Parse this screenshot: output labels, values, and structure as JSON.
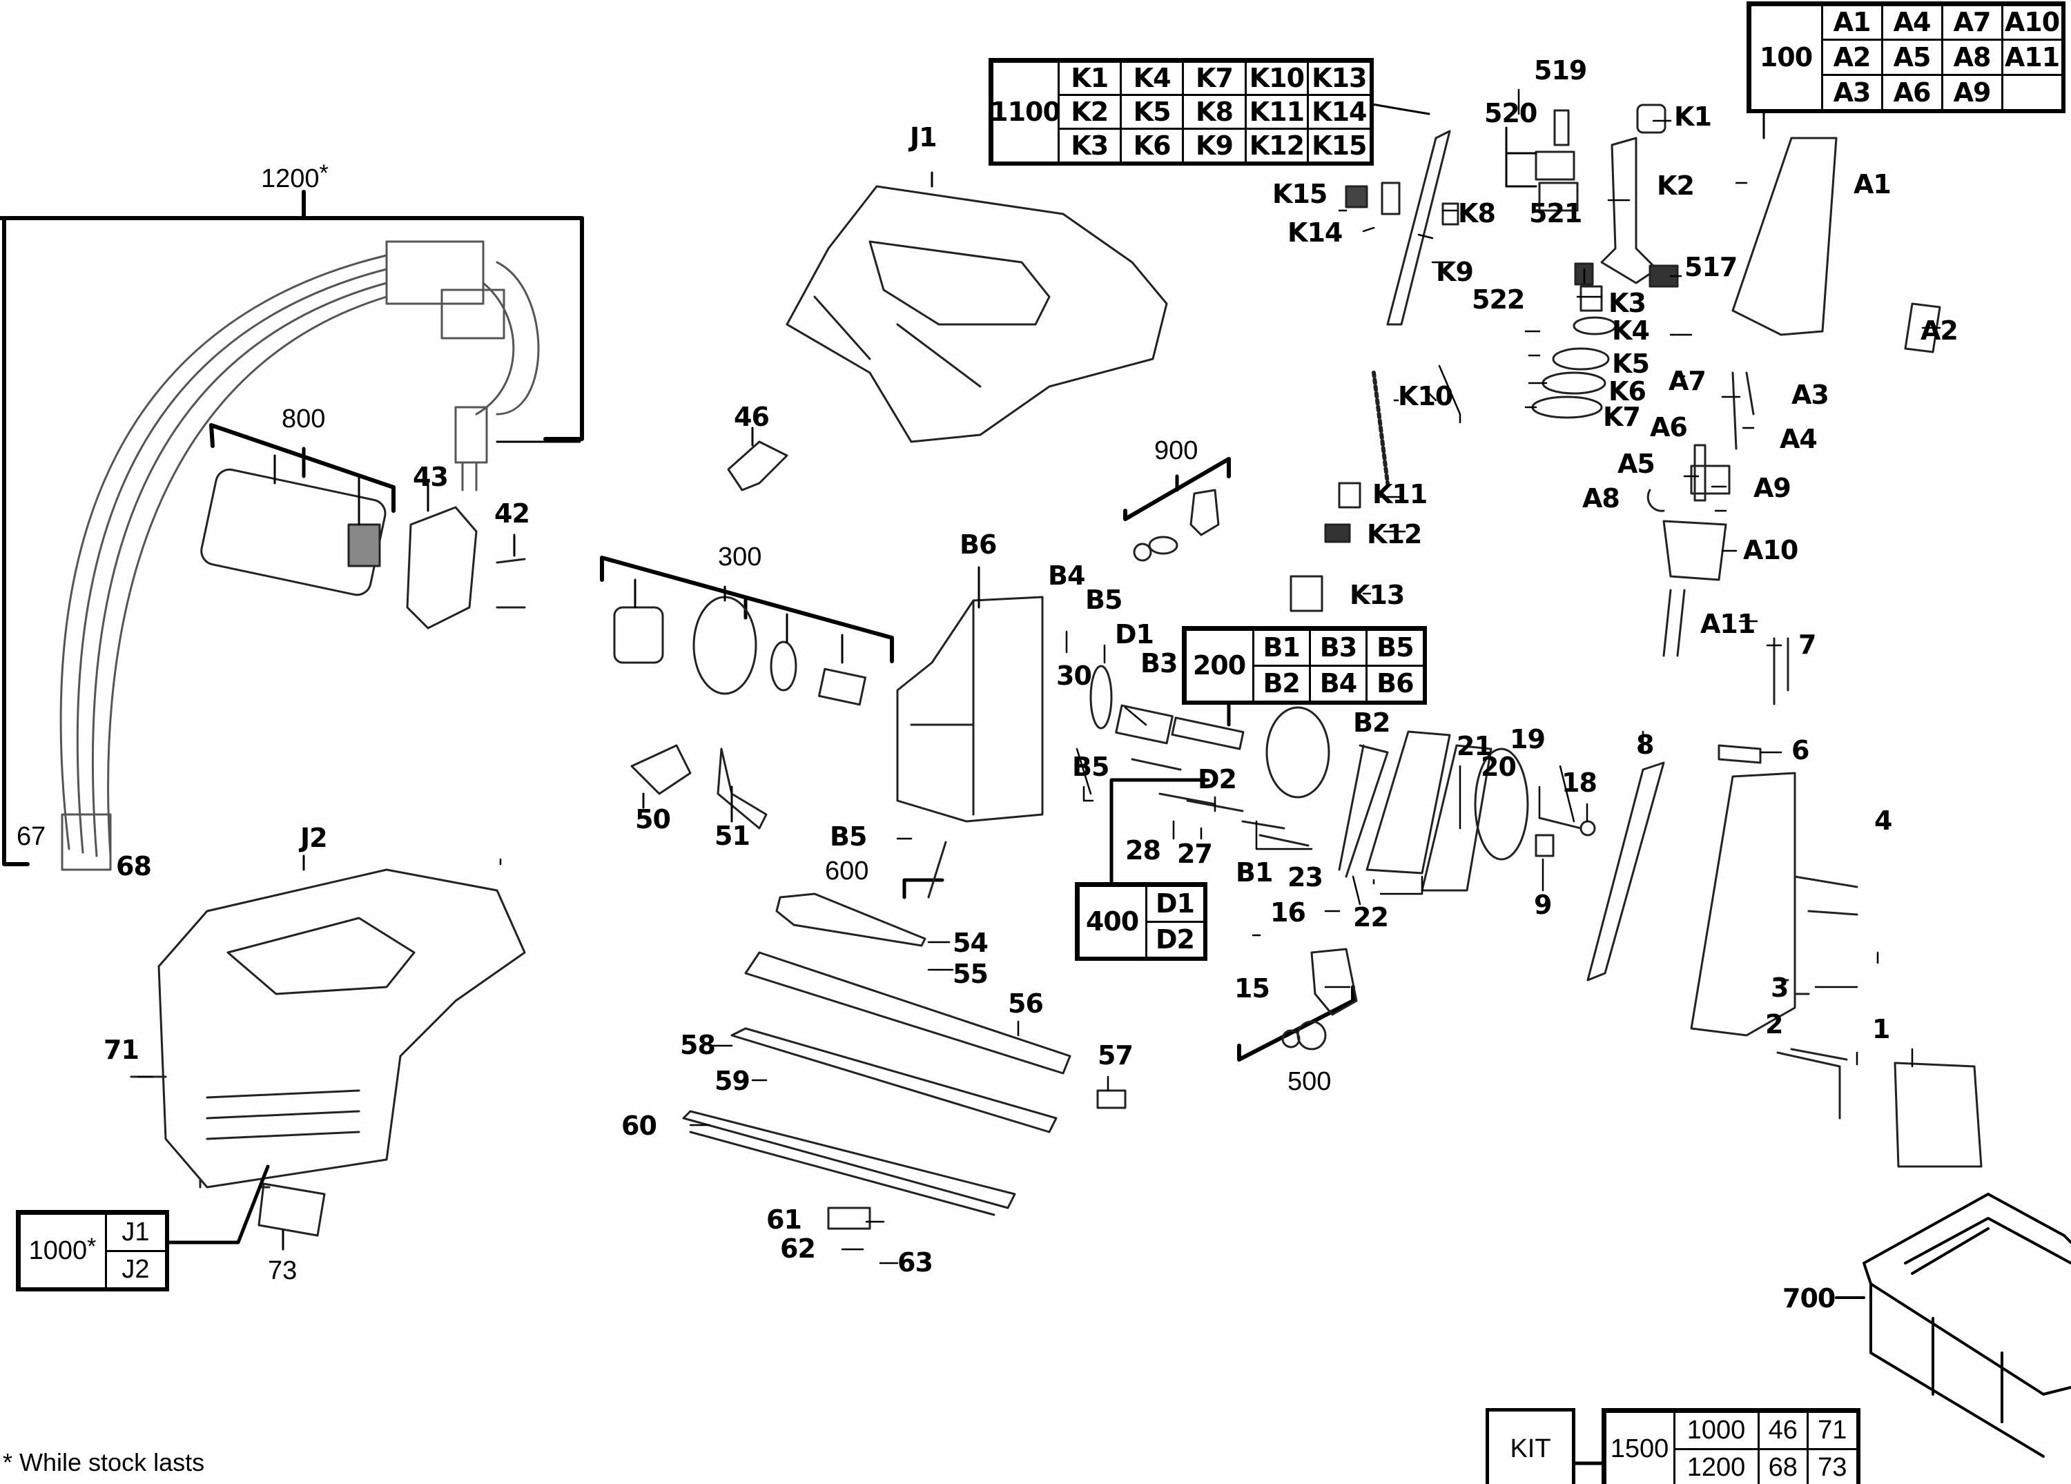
{
  "title": "Exploded parts diagram",
  "footnote": {
    "symbol": "*",
    "text": "While stock lasts"
  },
  "kit_boxes": {
    "k1100": {
      "id": "1100",
      "items": [
        [
          "K1",
          "K4",
          "K7",
          "K10",
          "K13"
        ],
        [
          "K2",
          "K5",
          "K8",
          "K11",
          "K14"
        ],
        [
          "K3",
          "K6",
          "K9",
          "K12",
          "K15"
        ]
      ]
    },
    "a100": {
      "id": "100",
      "items": [
        [
          "A1",
          "A4",
          "A7",
          "A10"
        ],
        [
          "A2",
          "A5",
          "A8",
          "A11"
        ],
        [
          "A3",
          "A6",
          "A9",
          ""
        ]
      ]
    },
    "b200": {
      "id": "200",
      "items": [
        [
          "B1",
          "B3",
          "B5"
        ],
        [
          "B2",
          "B4",
          "B6"
        ]
      ]
    },
    "d400": {
      "id": "400",
      "items": [
        [
          "D1"
        ],
        [
          "D2"
        ]
      ]
    },
    "j1000": {
      "id": "1000",
      "star": "*",
      "items": [
        [
          "J1"
        ],
        [
          "J2"
        ]
      ]
    },
    "kit": {
      "label": "KIT",
      "id": "1500",
      "items": [
        [
          "1000",
          "46",
          "71"
        ],
        [
          "1200",
          "68",
          "73"
        ]
      ]
    }
  },
  "group_labels": {
    "g1200": "1200",
    "g1200_star": "*",
    "g800": "800",
    "g300": "300",
    "g900": "900",
    "g600": "600",
    "g500": "500",
    "l67": "67",
    "l73": "73"
  },
  "part_labels": {
    "J1": "J1",
    "J2": "J2",
    "46": "46",
    "43": "43",
    "42": "42",
    "68": "68",
    "71": "71",
    "B6": "B6",
    "B4": "B4",
    "B5a": "B5",
    "B5b": "B5",
    "B5c": "B5",
    "D1": "D1",
    "B3": "B3",
    "30": "30",
    "50": "50",
    "51": "51",
    "D2": "D2",
    "B2": "B2",
    "B1": "B1",
    "28": "28",
    "27": "27",
    "23": "23",
    "16": "16",
    "22": "22",
    "21": "21",
    "20": "20",
    "19": "19",
    "18": "18",
    "9": "9",
    "15": "15",
    "8": "8",
    "7": "7",
    "6": "6",
    "4": "4",
    "3": "3",
    "2": "2",
    "1": "1",
    "54": "54",
    "55": "55",
    "56": "56",
    "57": "57",
    "58": "58",
    "59": "59",
    "60": "60",
    "61": "61",
    "62": "62",
    "63": "63",
    "700": "700",
    "519": "519",
    "520": "520",
    "521": "521",
    "522": "522",
    "517": "517",
    "K1": "K1",
    "K2": "K2",
    "K3": "K3",
    "K4": "K4",
    "K5": "K5",
    "K6": "K6",
    "K7": "K7",
    "K8": "K8",
    "K9": "K9",
    "K10": "K10",
    "K11": "K11",
    "K12": "K12",
    "K13": "K13",
    "K14": "K14",
    "K15": "K15",
    "A1": "A1",
    "A2": "A2",
    "A3": "A3",
    "A4": "A4",
    "A5": "A5",
    "A6": "A6",
    "A7": "A7",
    "A8": "A8",
    "A9": "A9",
    "A10": "A10",
    "A11": "A11"
  }
}
